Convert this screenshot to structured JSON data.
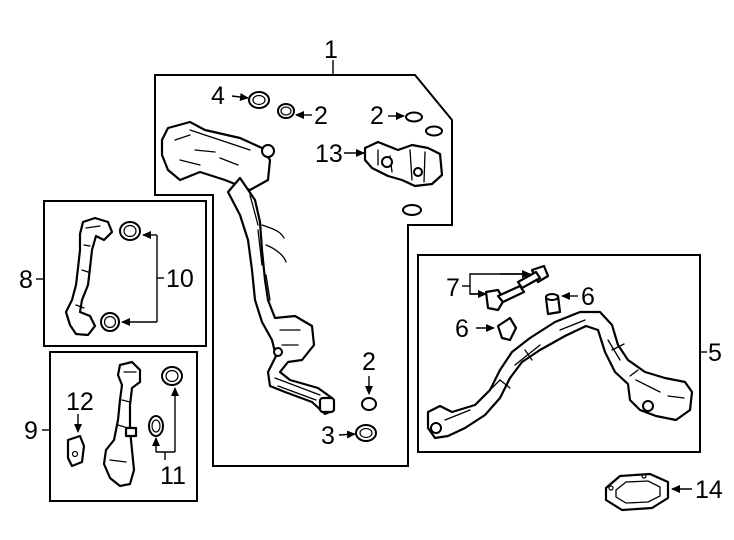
{
  "callouts": {
    "c1": "1",
    "c2a": "2",
    "c2b": "2",
    "c2c": "2",
    "c3": "3",
    "c4": "4",
    "c5": "5",
    "c6a": "6",
    "c6b": "6",
    "c7": "7",
    "c8": "8",
    "c9": "9",
    "c10": "10",
    "c11": "11",
    "c12": "12",
    "c13": "13",
    "c14": "14"
  }
}
